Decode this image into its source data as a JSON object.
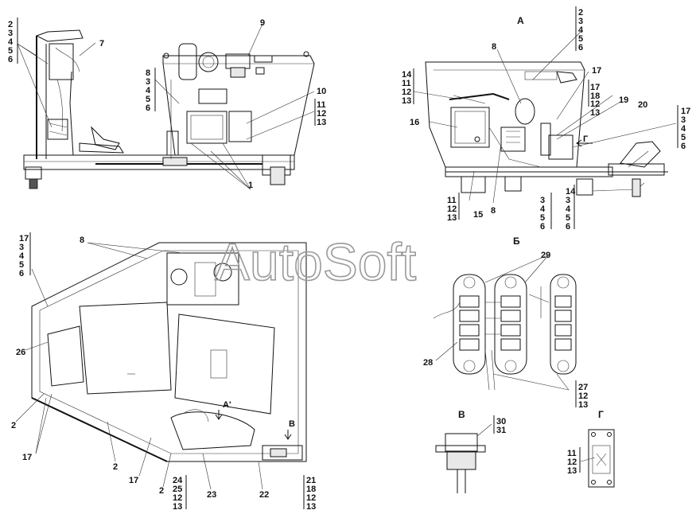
{
  "watermark": "AutoSoft",
  "view_labels": {
    "a": "А",
    "b": "Б",
    "v": "В",
    "g": "Г",
    "a_prime": "А'",
    "b_arrow": "В",
    "g_arrow": "Г"
  },
  "callouts": {
    "c1": "1",
    "c2a": "2",
    "c2b": "2",
    "c2c": "2",
    "c7": "7",
    "c8a": "8",
    "c8b": "8",
    "c8c": "8",
    "c9": "9",
    "c10": "10",
    "c15": "15",
    "c16": "16",
    "c17a": "17",
    "c17b": "17",
    "c17c": "17",
    "c19": "19",
    "c20": "20",
    "c22": "22",
    "c23": "23",
    "c26": "26",
    "c28": "28",
    "c29": "29"
  },
  "stacks": {
    "s_top_left": [
      "2",
      "3",
      "4",
      "5",
      "6"
    ],
    "s_8": [
      "8",
      "3",
      "4",
      "5",
      "6"
    ],
    "s_11a": [
      "11",
      "12",
      "13"
    ],
    "s_a_right": [
      "2",
      "3",
      "4",
      "5",
      "6"
    ],
    "s_14": [
      "14",
      "11",
      "12",
      "13"
    ],
    "s_17_18": [
      "17",
      "18",
      "12",
      "13"
    ],
    "s_17b": [
      "17",
      "3",
      "4",
      "5",
      "6"
    ],
    "s_11b": [
      "11",
      "12",
      "13"
    ],
    "s_3a": [
      "3",
      "4",
      "5",
      "6"
    ],
    "s_14b": [
      "14",
      "3",
      "4",
      "5",
      "6"
    ],
    "s_17_left": [
      "17",
      "3",
      "4",
      "5",
      "6"
    ],
    "s_27": [
      "27",
      "12",
      "13"
    ],
    "s_30": [
      "30",
      "31"
    ],
    "s_11g": [
      "11",
      "12",
      "13"
    ],
    "s_24": [
      "24",
      "25",
      "12",
      "13"
    ],
    "s_21": [
      "21",
      "18",
      "12",
      "13"
    ]
  }
}
